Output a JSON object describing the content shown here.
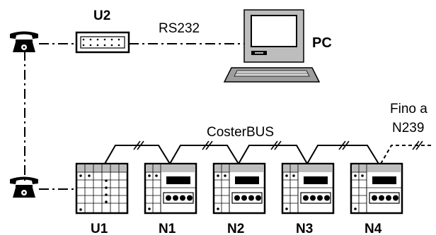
{
  "diagram": {
    "modem_label": "U2",
    "pc_label": "PC",
    "link_label": "RS232",
    "bus_label": "CosterBUS",
    "note_line1": "Fino a",
    "note_line2": "N239",
    "units": [
      {
        "label": "U1",
        "kind": "master"
      },
      {
        "label": "N1",
        "kind": "node"
      },
      {
        "label": "N2",
        "kind": "node"
      },
      {
        "label": "N3",
        "kind": "node"
      },
      {
        "label": "N4",
        "kind": "node"
      }
    ],
    "icons": {
      "phone": "telephone-icon",
      "pc": "computer-icon",
      "modem": "modem-icon"
    }
  }
}
